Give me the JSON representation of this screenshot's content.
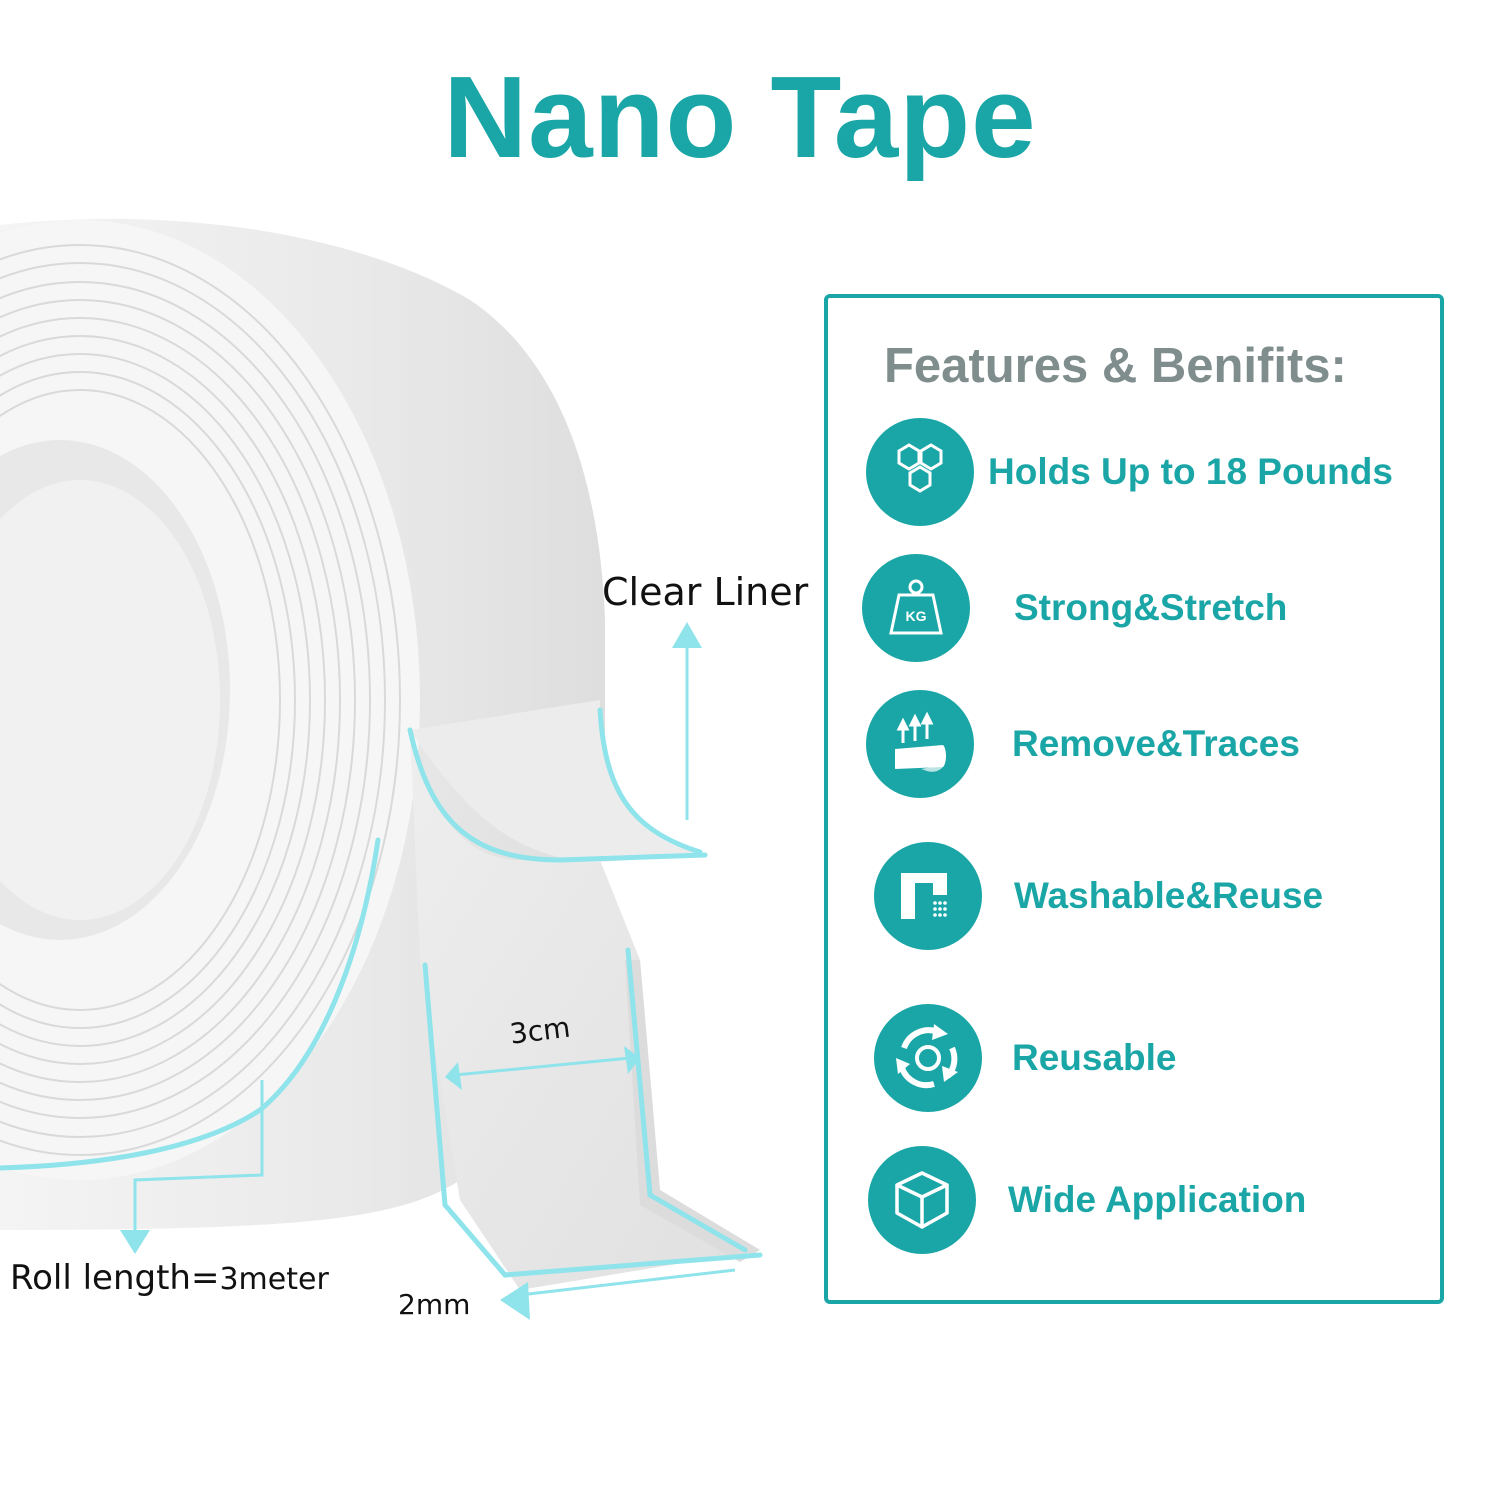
{
  "title": "Nano Tape",
  "labels": {
    "clear_liner": "Clear Liner",
    "width": "3cm",
    "roll_length_main": "Roll length=",
    "roll_length_value": "3meter",
    "thickness": "2mm"
  },
  "features_panel": {
    "title": "Features & Benifits:",
    "items": [
      {
        "label": "Holds Up to 18 Pounds",
        "icon": "hexagon-icon"
      },
      {
        "label": "Strong&Stretch",
        "icon": "kg-weight-icon"
      },
      {
        "label": "Remove&Traces",
        "icon": "peel-off-icon"
      },
      {
        "label": "Washable&Reuse",
        "icon": "faucet-icon"
      },
      {
        "label": "Reusable",
        "icon": "recycle-icon"
      },
      {
        "label": "Wide Application",
        "icon": "cube-icon"
      }
    ]
  },
  "colors": {
    "accent": "#1aa6a6",
    "heading_gray": "#7f8d8d",
    "arrow_cyan": "#8fe3ea"
  }
}
